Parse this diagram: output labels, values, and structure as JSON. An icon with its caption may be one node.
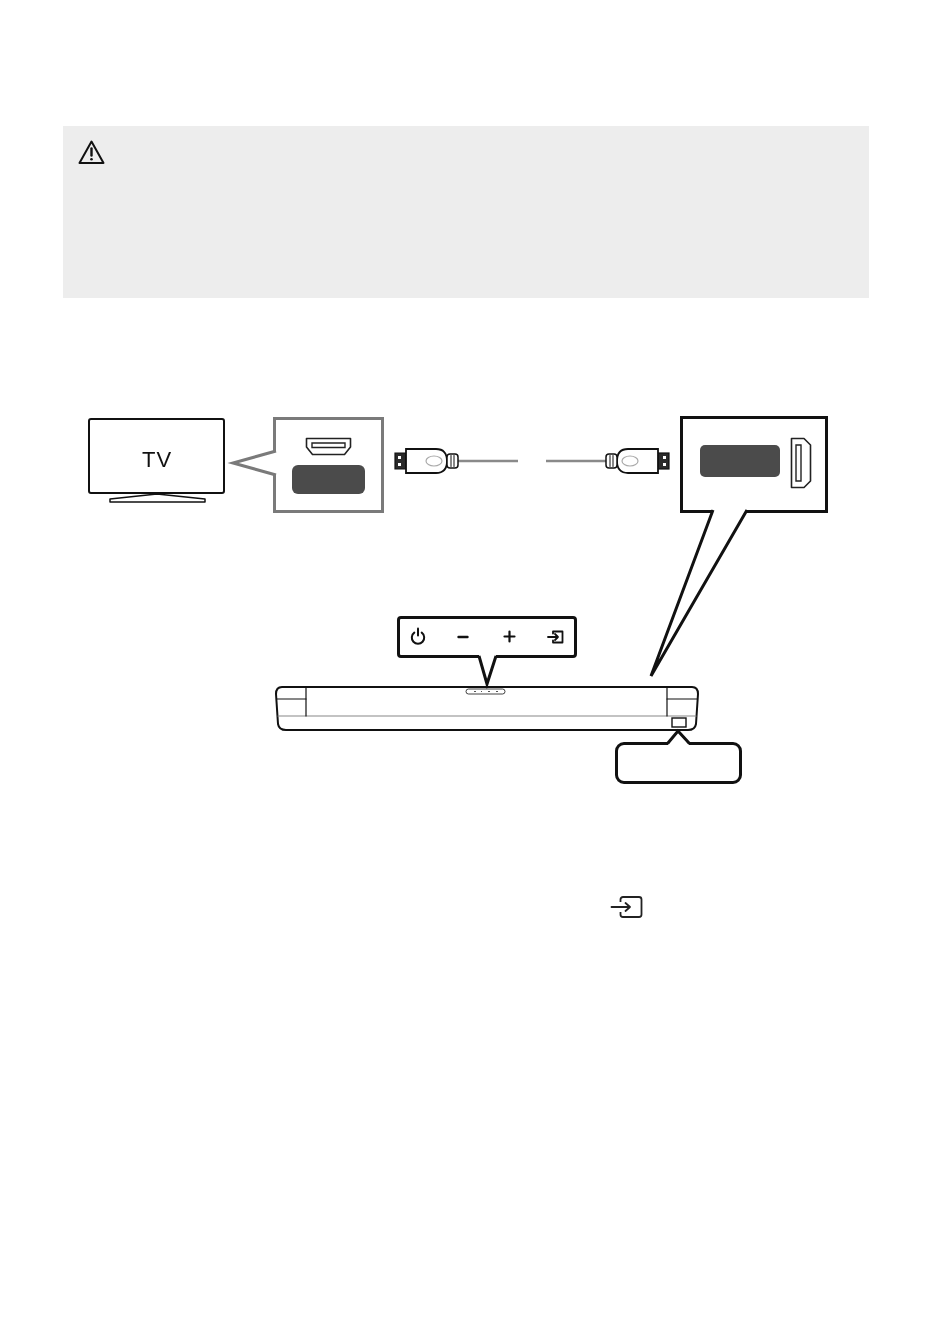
{
  "diagram": {
    "nodes": [
      {
        "text": [
          "TV"
        ]
      },
      {
        "text": [],
        "shape": "box"
      },
      {
        "text": [],
        "shape": "box",
        "in": 1
      },
      {
        "text": [],
        "shape": "box"
      },
      {
        "text": [],
        "shape": "box",
        "in": 3
      },
      {
        "text": [],
        "shape": "box"
      }
    ],
    "edges": [
      {
        "from": 1,
        "to": 3,
        "arrow": "other"
      }
    ]
  }
}
